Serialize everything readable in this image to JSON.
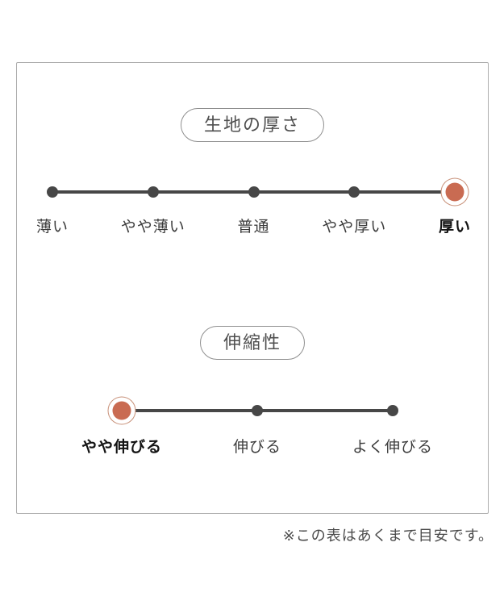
{
  "note": "※この表はあくまで目安です。",
  "colors": {
    "accent": "#c96b52",
    "ring": "#c89078",
    "dot": "#474747",
    "border": "#adadad"
  },
  "chart_data": [
    {
      "type": "line",
      "title": "生地の厚さ",
      "categories": [
        "薄い",
        "やや薄い",
        "普通",
        "やや厚い",
        "厚い"
      ],
      "selected": "厚い",
      "selected_index": 4,
      "marker_style": "dots-on-line",
      "grid": false,
      "legend_position": "none"
    },
    {
      "type": "line",
      "title": "伸縮性",
      "categories": [
        "やや伸びる",
        "伸びる",
        "よく伸びる"
      ],
      "selected": "やや伸びる",
      "selected_index": 0,
      "marker_style": "dots-on-line",
      "grid": false,
      "legend_position": "none"
    }
  ]
}
